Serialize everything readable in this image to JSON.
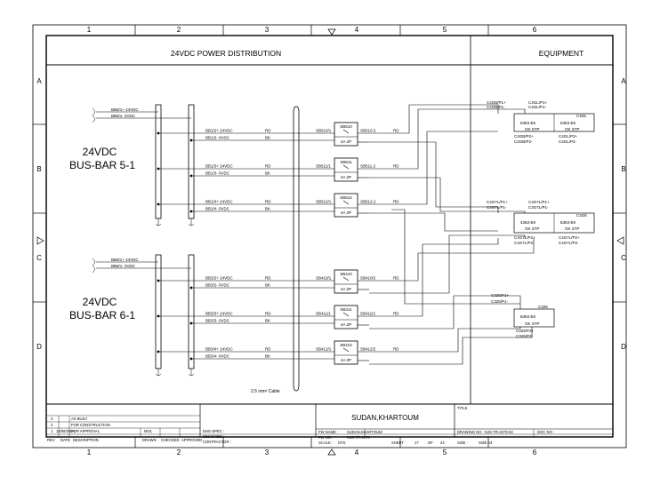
{
  "header": {
    "title": "24VDC  POWER  DISTRIBUTION",
    "section": "EQUIPMENT"
  },
  "grid": {
    "columns": [
      "1",
      "2",
      "3",
      "4",
      "5",
      "6"
    ],
    "rows": [
      "A",
      "B",
      "C",
      "D"
    ]
  },
  "busbars": [
    {
      "label_line1": "24VDC",
      "label_line2": "BUS-BAR 5-1",
      "input_pos": "BB6/1+ 24VDC",
      "input_neg": "BB6/1- 0VDC",
      "feeders": [
        {
          "pos": "BB1/2+ 24VDC",
          "neg": "BB1/2- 0VDC",
          "pos_color": "RD",
          "neg_color": "BK",
          "breaker_tag": "SB510",
          "breaker_rating": "4A 2P",
          "in_terminal": "SB510/1",
          "out_terminal": "SB510-2",
          "out_color": "RD"
        },
        {
          "pos": "BB1/3+ 24VDC",
          "neg": "BB1/3- 0VDC",
          "pos_color": "RD",
          "neg_color": "BK",
          "breaker_tag": "SB511",
          "breaker_rating": "4A 2P",
          "in_terminal": "SB511/1",
          "out_terminal": "SB511-2",
          "out_color": "RD"
        },
        {
          "pos": "BB1/4+ 24VDC",
          "neg": "BB1/4- 0VDC",
          "pos_color": "RD",
          "neg_color": "BK",
          "breaker_tag": "SB512",
          "breaker_rating": "4A 2P",
          "in_terminal": "SB512/1",
          "out_terminal": "SB512-2",
          "out_color": "RD"
        }
      ]
    },
    {
      "label_line1": "24VDC",
      "label_line2": "BUS-BAR 6-1",
      "input_pos": "BB6/1+ 24VDC",
      "input_neg": "BB6/1- 0VDC",
      "feeders": [
        {
          "pos": "BB3/2+ 24VDC",
          "neg": "BB3/2- 0VDC",
          "pos_color": "RD",
          "neg_color": "BK",
          "breaker_tag": "SB410",
          "breaker_rating": "4A 2P",
          "in_terminal": "SB410/1",
          "out_terminal": "SB410/2",
          "out_color": "RD"
        },
        {
          "pos": "BB3/3+ 24VDC",
          "neg": "BB3/3- 0VDC",
          "pos_color": "RD",
          "neg_color": "BK",
          "breaker_tag": "SB411",
          "breaker_rating": "4A 2P",
          "in_terminal": "SB411/1",
          "out_terminal": "SB411/2",
          "out_color": "RD"
        },
        {
          "pos": "BB3/4+ 24VDC",
          "neg": "BB3/4- 0VDC",
          "pos_color": "RD",
          "neg_color": "BK",
          "breaker_tag": "SB412",
          "breaker_rating": "4A 2P",
          "in_terminal": "SB412/1",
          "out_terminal": "SB412/2",
          "out_color": "RD"
        }
      ]
    }
  ],
  "cable_note": "2.5 mm² Cable",
  "equipment": [
    {
      "tag": "C4GL",
      "id1": "8363-E6",
      "id2": "8363-E6",
      "status": "OK  STP",
      "top_a": "C4GB/P1+",
      "top_b": "C4GB/P1-",
      "top_c": "C4GL/P1+",
      "top_d": "C4GL/P1-",
      "bot_a": "C4GB/P2+",
      "bot_b": "C4GB/P2-",
      "bot_c": "C4GL/P2+",
      "bot_d": "C4GL/P2-"
    },
    {
      "tag": "C4GK",
      "id1": "4363-E6",
      "id2": "8363-E6",
      "status": "OK  STP",
      "top_a": "C4G7L/P1+",
      "top_b": "C4G7L/P1-",
      "top_c": "C4G7L/P1+",
      "top_d": "C4G7L/P1-",
      "bot_a": "C4G7L/P2+",
      "bot_b": "C4G7L/P2-",
      "bot_c": "C4G7L/P2+",
      "bot_d": "C4G7L/P2-"
    },
    {
      "tag": "C325",
      "id1": "8363-E6",
      "status": "OK  STP",
      "top_a": "C325/P1+",
      "top_b": "C325/P1-",
      "bot_a": "C325/P2+",
      "bot_b": "C325/P2-"
    }
  ],
  "title_block": {
    "revisions": [
      {
        "rev": "3",
        "desc": "AS BUILT"
      },
      {
        "rev": "2",
        "desc": "FOR CONSTRUCTION"
      },
      {
        "rev": "1",
        "date": "14/08/2004",
        "desc": "FOR APPROVAL",
        "drawn": "MOL"
      }
    ],
    "rev_header": [
      "REV",
      "DATE",
      "DESCRIPTION",
      "DRAWN",
      "CHECKED",
      "APPROVED"
    ],
    "eng_roles": [
      "ENG-SPEC :",
      "DESIGNED :",
      "CONTRACTOR :"
    ],
    "location": "SUDAN,KHARTOUM",
    "title_label": "TITLE",
    "fw_name_label": "FW NAME :",
    "fw_name": "SUDAN,KHARTOUM",
    "fw_no_label": "FW NO :",
    "fw_no": "NJS-TR-4073",
    "scale_label": "SCALE :",
    "scale": "NTS",
    "sheet_label": "SHEET",
    "sheet": "17",
    "of_label": "OF",
    "sheets_total": "24",
    "drawing_no_label": "DRAWING NO :",
    "drawing_no": "NJS-TR-4073-02",
    "doc_no_label": "DOC NO :",
    "size_label": "SIZE :",
    "size": "SIZE  A3"
  }
}
